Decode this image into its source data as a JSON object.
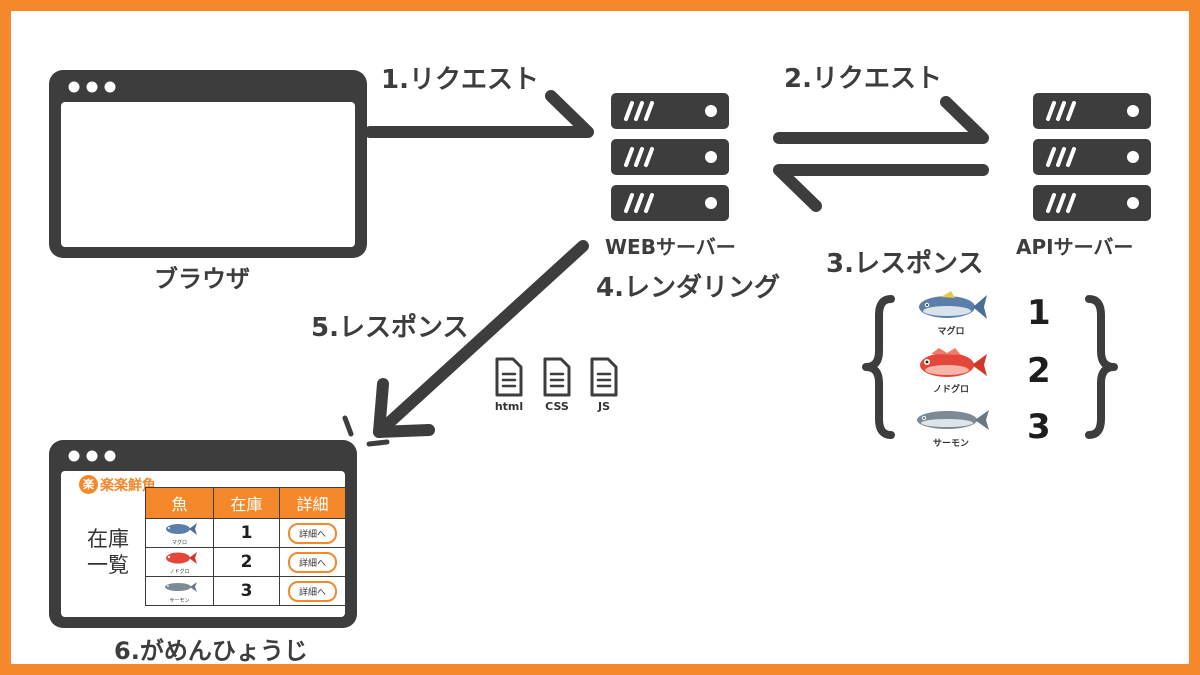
{
  "labels": {
    "browser": "ブラウザ",
    "web_server": "WEBサーバー",
    "api_server": "APIサーバー",
    "req1": "1.リクエスト",
    "req2": "2.リクエスト",
    "res3": "3.レスポンス",
    "render4": "4.レンダリング",
    "res5": "5.レスポンス",
    "display6": "6.がめんひょうじ"
  },
  "files": [
    "html",
    "CSS",
    "JS"
  ],
  "api_data": [
    {
      "fish": "マグロ",
      "value": "1"
    },
    {
      "fish": "ノドグロ",
      "value": "2"
    },
    {
      "fish": "サーモン",
      "value": "3"
    }
  ],
  "screen": {
    "logo_icon": "楽",
    "logo_text": "楽楽鮮魚",
    "side_title_1": "在庫",
    "side_title_2": "一覧",
    "headers": [
      "魚",
      "在庫",
      "詳細"
    ],
    "rows": [
      {
        "fish": "マグロ",
        "stock": "1",
        "action": "詳細へ"
      },
      {
        "fish": "ノドグロ",
        "stock": "2",
        "action": "詳細へ"
      },
      {
        "fish": "サーモン",
        "stock": "3",
        "action": "詳細へ"
      }
    ]
  },
  "colors": {
    "frame_orange": "#f4882a",
    "dark_gray": "#3d3d3d",
    "tuna_blue": "#5b7fa8",
    "nodoguro_red": "#e2473a",
    "salmon_gray": "#7c8a96"
  }
}
